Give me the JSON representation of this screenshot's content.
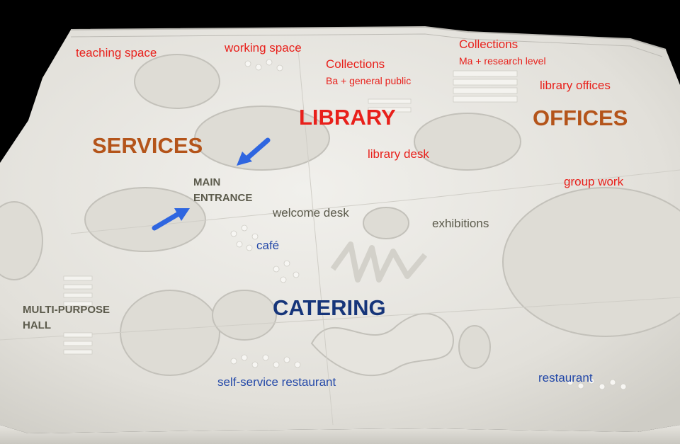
{
  "labels": {
    "teaching_space": "teaching space",
    "working_space": "working space",
    "collections_ba": "Collections",
    "collections_ba_sub": "Ba + general public",
    "collections_ma": "Collections",
    "collections_ma_sub": "Ma + research level",
    "library_offices": "library offices",
    "library": "LIBRARY",
    "offices": "OFFICES",
    "services": "SERVICES",
    "library_desk": "library desk",
    "main_entrance_1": "MAIN",
    "main_entrance_2": "ENTRANCE",
    "group_work": "group work",
    "welcome_desk": "welcome desk",
    "exhibitions": "exhibitions",
    "cafe": "café",
    "multi_purpose_1": "MULTI-PURPOSE",
    "multi_purpose_2": "HALL",
    "catering": "CATERING",
    "restaurant": "restaurant",
    "self_service": "self-service restaurant"
  },
  "colors": {
    "background": "#000000",
    "model_surface": "#e9e7e2",
    "label_red": "#e8201b",
    "label_brown": "#b4541a",
    "label_gray": "#5b5a4b",
    "label_navy": "#16357a",
    "arrow_blue": "#2f66e0"
  },
  "icons": [
    "arrow-icon",
    "arrow-icon"
  ]
}
